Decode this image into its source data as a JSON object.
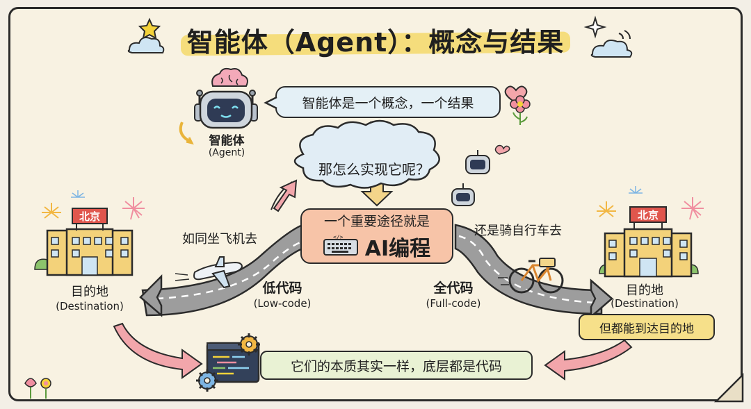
{
  "title": "智能体（Agent）：概念与结果",
  "agent": {
    "label": "智能体",
    "sublabel": "(Agent)",
    "speech": "智能体是一个概念，一个结果"
  },
  "question": "那怎么实现它呢？",
  "center_box": {
    "line1": "一个重要途径就是",
    "line2": "AI编程"
  },
  "left_path": {
    "analogy": "如同坐飞机去",
    "label": "低代码",
    "sublabel": "(Low-code)"
  },
  "right_path": {
    "analogy": "还是骑自行车去",
    "label": "全代码",
    "sublabel": "(Full-code)"
  },
  "destination_left": {
    "sign": "北京",
    "label": "目的地",
    "sublabel": "(Destination)"
  },
  "destination_right": {
    "sign": "北京",
    "label": "目的地",
    "sublabel": "(Destination)",
    "note": "但都能到达目的地"
  },
  "conclusion": "它们的本质其实一样，底层都是代码",
  "colors": {
    "speech_fill": "#e4f0f6",
    "center_fill": "#f7c4a8",
    "note_fill": "#f6e08a",
    "conclusion_fill": "#e9f2d4",
    "arrow_fill": "#f3d58a",
    "pink_arrow": "#f2a6ab",
    "road": "#9d9d9d",
    "building": "#f3d27a",
    "sign": "#e0564d"
  },
  "icons": [
    "star-icon",
    "cloud-icon",
    "sparkle-icon",
    "robot-icon",
    "brain-icon",
    "heart-icon",
    "flower-icon",
    "airplane-icon",
    "bicycle-icon",
    "building-icon",
    "firework-icon",
    "keyboard-icon",
    "code-window-icon",
    "gear-icon"
  ]
}
